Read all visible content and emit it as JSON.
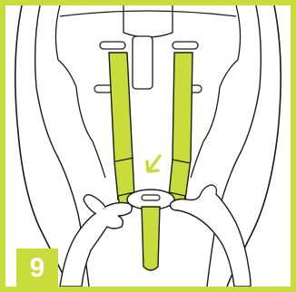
{
  "colors": {
    "accent": "#c8dc3c",
    "outline": "#1a1a1a",
    "background": "#ffffff"
  },
  "step": {
    "number": "9"
  },
  "illustration": {
    "subject": "car-seat-harness-buckle-fastening",
    "icons": [
      "down-left-arrow-icon",
      "left-hand-icon",
      "right-hand-icon",
      "harness-strap-left",
      "harness-strap-right",
      "crotch-buckle-tongue"
    ]
  }
}
